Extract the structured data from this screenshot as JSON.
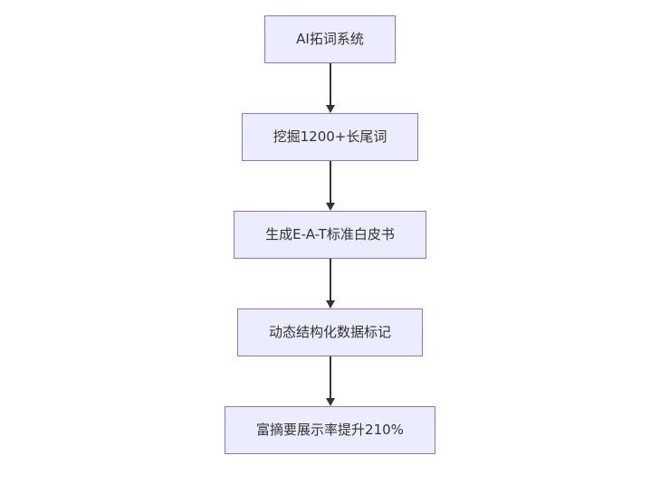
{
  "diagram": {
    "type": "flowchart-top-down",
    "nodes": [
      {
        "id": "node-1",
        "label": "AI拓词系统"
      },
      {
        "id": "node-2",
        "label": "挖掘1200+长尾词"
      },
      {
        "id": "node-3",
        "label": "生成E-A-T标准白皮书"
      },
      {
        "id": "node-4",
        "label": "动态结构化数据标记"
      },
      {
        "id": "node-5",
        "label": "富摘要展示率提升210%"
      }
    ],
    "edges": [
      {
        "from": "node-1",
        "to": "node-2"
      },
      {
        "from": "node-2",
        "to": "node-3"
      },
      {
        "from": "node-3",
        "to": "node-4"
      },
      {
        "from": "node-4",
        "to": "node-5"
      }
    ],
    "colors": {
      "node_fill": "#ECECFF",
      "node_border": "#9370DB",
      "node_text": "#333333",
      "arrow": "#333333",
      "background": "#FFFFFF"
    }
  }
}
